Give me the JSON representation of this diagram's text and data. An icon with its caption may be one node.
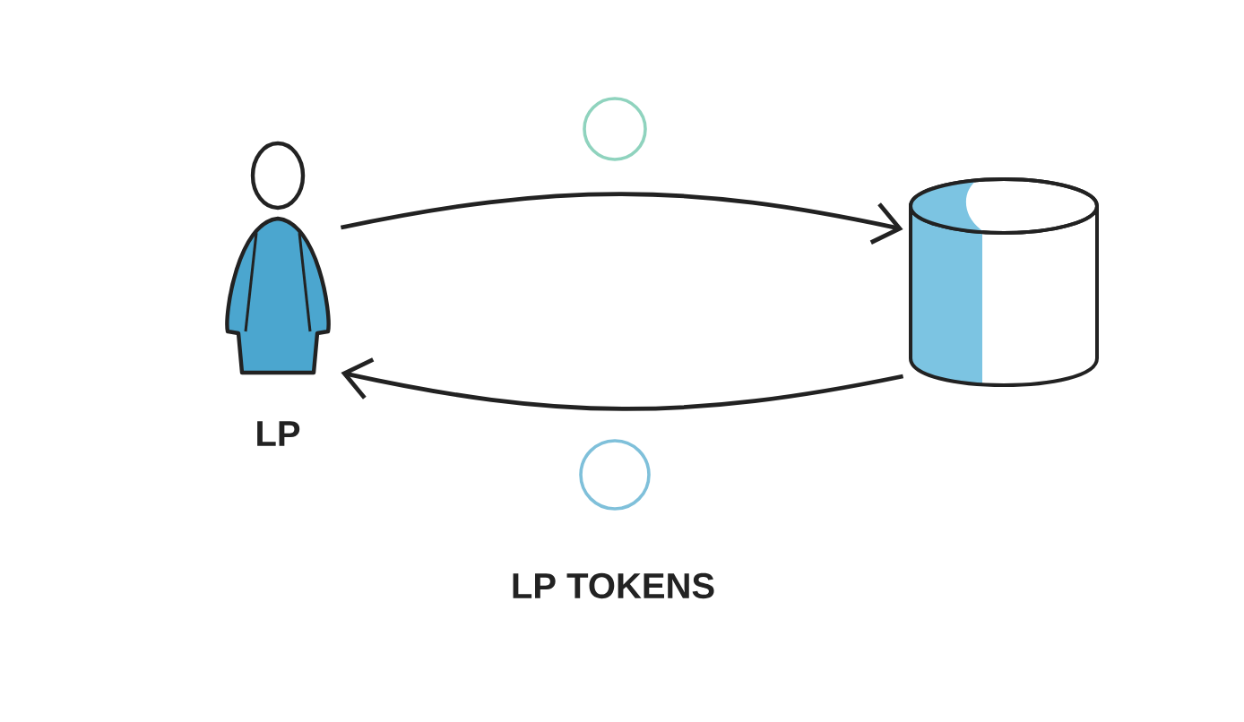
{
  "diagram": {
    "nodes": [
      {
        "text": [],
        "shape": "person",
        "beside": [
          "LP"
        ]
      },
      {
        "text": [],
        "shape": "cylinder"
      }
    ],
    "edges": [
      {
        "from": 0,
        "to": 1,
        "arrow": "to"
      },
      {
        "from": 1,
        "to": 0,
        "arrow": "to"
      }
    ],
    "labels": [
      "LP TOKENS"
    ]
  }
}
